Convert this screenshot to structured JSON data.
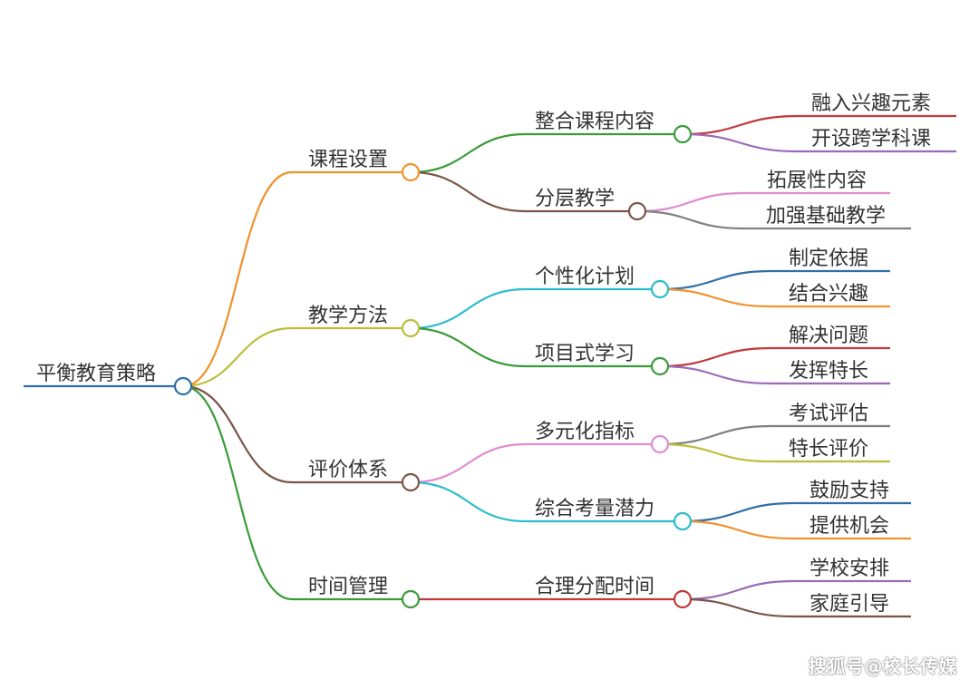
{
  "root": {
    "label": "平衡教育策略",
    "color": "#2f6fa8",
    "children": [
      {
        "label": "课程设置",
        "color": "#f0922d",
        "children": [
          {
            "label": "整合课程内容",
            "color": "#3a9b3a",
            "children": [
              {
                "label": "融入兴趣元素",
                "color": "#c0393b"
              },
              {
                "label": "开设跨学科课",
                "color": "#9b6bb5"
              }
            ]
          },
          {
            "label": "分层教学",
            "color": "#7a5547",
            "children": [
              {
                "label": "拓展性内容",
                "color": "#e08bd0"
              },
              {
                "label": "加强基础教学",
                "color": "#808080"
              }
            ]
          }
        ]
      },
      {
        "label": "教学方法",
        "color": "#bcbd3a",
        "children": [
          {
            "label": "个性化计划",
            "color": "#2bbccc",
            "children": [
              {
                "label": "制定依据",
                "color": "#2f6fa8"
              },
              {
                "label": "结合兴趣",
                "color": "#f0922d"
              }
            ]
          },
          {
            "label": "项目式学习",
            "color": "#3a9b3a",
            "children": [
              {
                "label": "解决问题",
                "color": "#c0393b"
              },
              {
                "label": "发挥特长",
                "color": "#9b6bb5"
              }
            ]
          }
        ]
      },
      {
        "label": "评价体系",
        "color": "#7a5547",
        "children": [
          {
            "label": "多元化指标",
            "color": "#e08bd0",
            "children": [
              {
                "label": "考试评估",
                "color": "#808080"
              },
              {
                "label": "特长评价",
                "color": "#bcbd3a"
              }
            ]
          },
          {
            "label": "综合考量潜力",
            "color": "#2bbccc",
            "children": [
              {
                "label": "鼓励支持",
                "color": "#2f6fa8"
              },
              {
                "label": "提供机会",
                "color": "#f0922d"
              }
            ]
          }
        ]
      },
      {
        "label": "时间管理",
        "color": "#3a9b3a",
        "children": [
          {
            "label": "合理分配时间",
            "color": "#c0393b",
            "children": [
              {
                "label": "学校安排",
                "color": "#9b6bb5"
              },
              {
                "label": "家庭引导",
                "color": "#7a5547"
              }
            ]
          }
        ]
      }
    ]
  },
  "watermark": "搜狐号@校长传媒"
}
